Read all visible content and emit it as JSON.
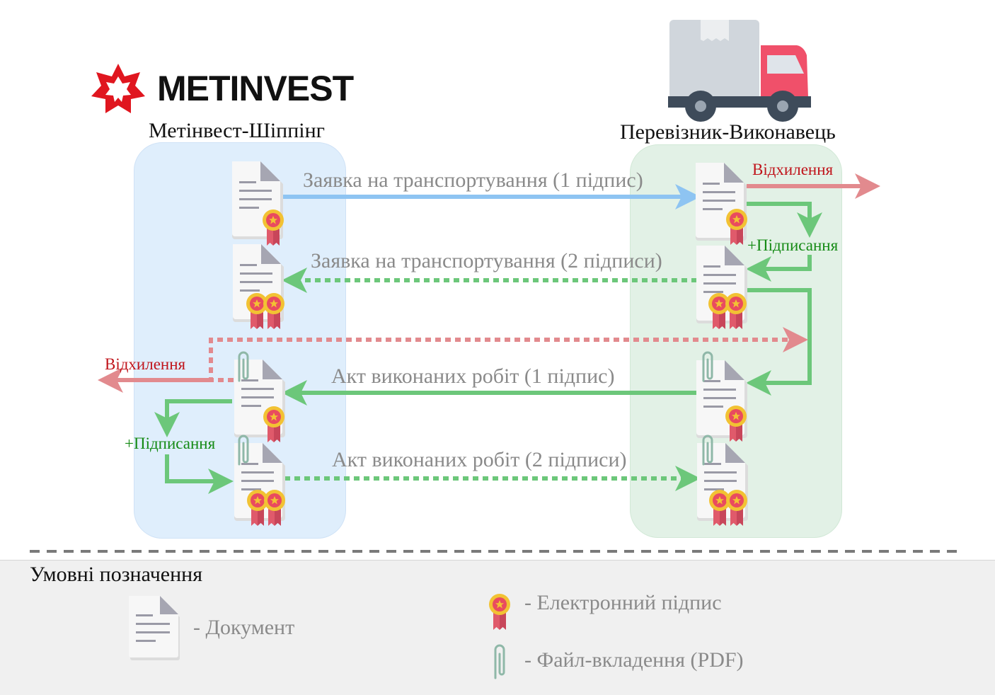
{
  "logo": {
    "text": "METINVEST"
  },
  "parties": {
    "left": "Метінвест-Шіппінг",
    "right": "Перевізник-Виконавець"
  },
  "messages": {
    "m1": "Заявка на транспортування (1 підпис)",
    "m2": "Заявка на транспортування (2 підписи)",
    "m3": "Акт виконаних робіт (1 підпис)",
    "m4": "Акт виконаних робіт (2 підписи)"
  },
  "actions": {
    "reject_right": "Відхилення",
    "sign_right": "+Підписання",
    "reject_left": "Відхилення",
    "sign_left": "+Підписання"
  },
  "legend": {
    "title": "Умовні позначення",
    "document": "-  Документ",
    "signature": "-  Електронний підпис",
    "attachment": "-  Файл-вкладення (PDF)"
  },
  "colors": {
    "blue_arrow": "#8ec4f2",
    "green_arrow": "#6cc77a",
    "red_arrow": "#e28a8e",
    "left_lane": "#dfeefc",
    "right_lane": "#e2f1e6",
    "reject_text": "#c0141b",
    "sign_text": "#148a14"
  },
  "icons": [
    "metinvest-star-icon",
    "truck-icon",
    "document-icon",
    "signature-seal-icon",
    "paperclip-icon"
  ]
}
